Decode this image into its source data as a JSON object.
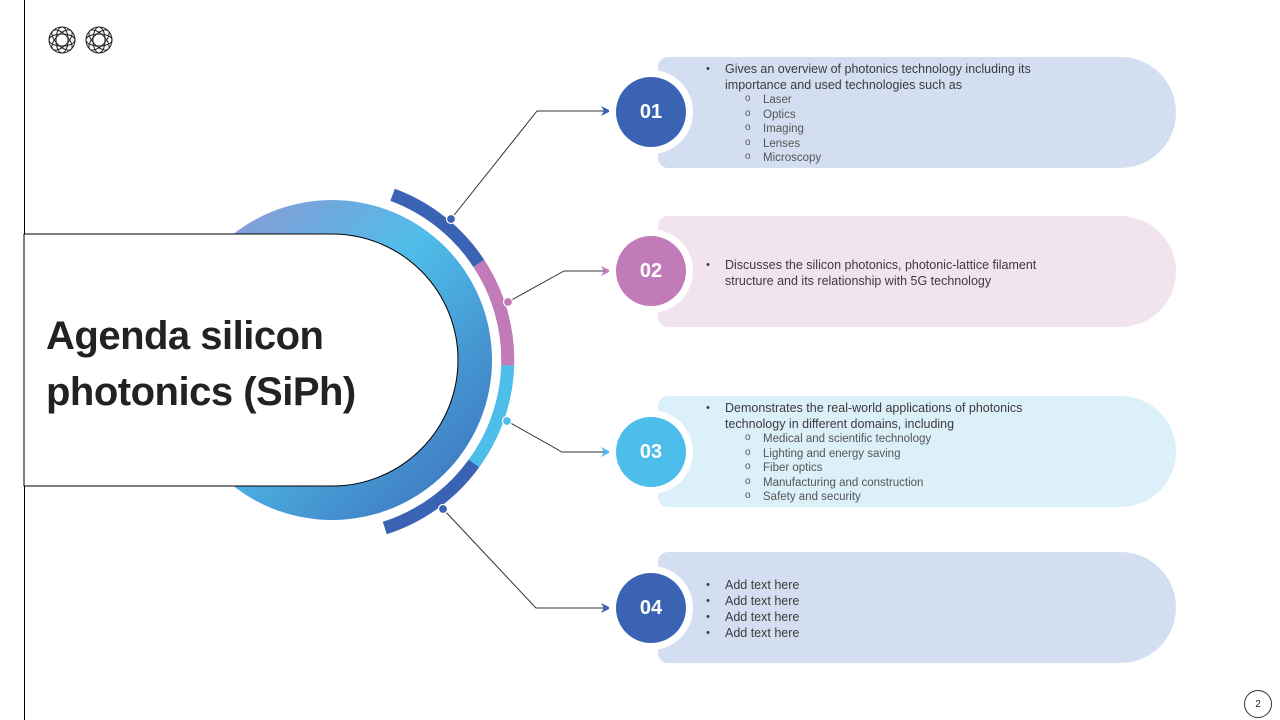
{
  "colors": {
    "blue": "#3b63b4",
    "pink": "#c17bb9",
    "cyan": "#4dbde9"
  },
  "title": {
    "line1": "Agenda silicon",
    "line2": "photonics (SiPh)"
  },
  "items": [
    {
      "number": "01",
      "bullet": "Gives an overview of photonics technology including its importance and used technologies such as",
      "subs": [
        "Laser",
        "Optics",
        "Imaging",
        "Lenses",
        "Microscopy"
      ]
    },
    {
      "number": "02",
      "bullet": "Discusses the silicon photonics, photonic-lattice filament structure and its relationship with 5G technology"
    },
    {
      "number": "03",
      "bullet": "Demonstrates the real-world applications of photonics technology in different domains, including",
      "subs": [
        "Medical and scientific technology",
        "Lighting and energy saving",
        "Fiber optics",
        "Manufacturing and construction",
        "Safety and security"
      ]
    },
    {
      "number": "04",
      "bullets": [
        "Add text here",
        "Add text here",
        "Add text here",
        "Add text here"
      ]
    }
  ],
  "page_number": "2"
}
